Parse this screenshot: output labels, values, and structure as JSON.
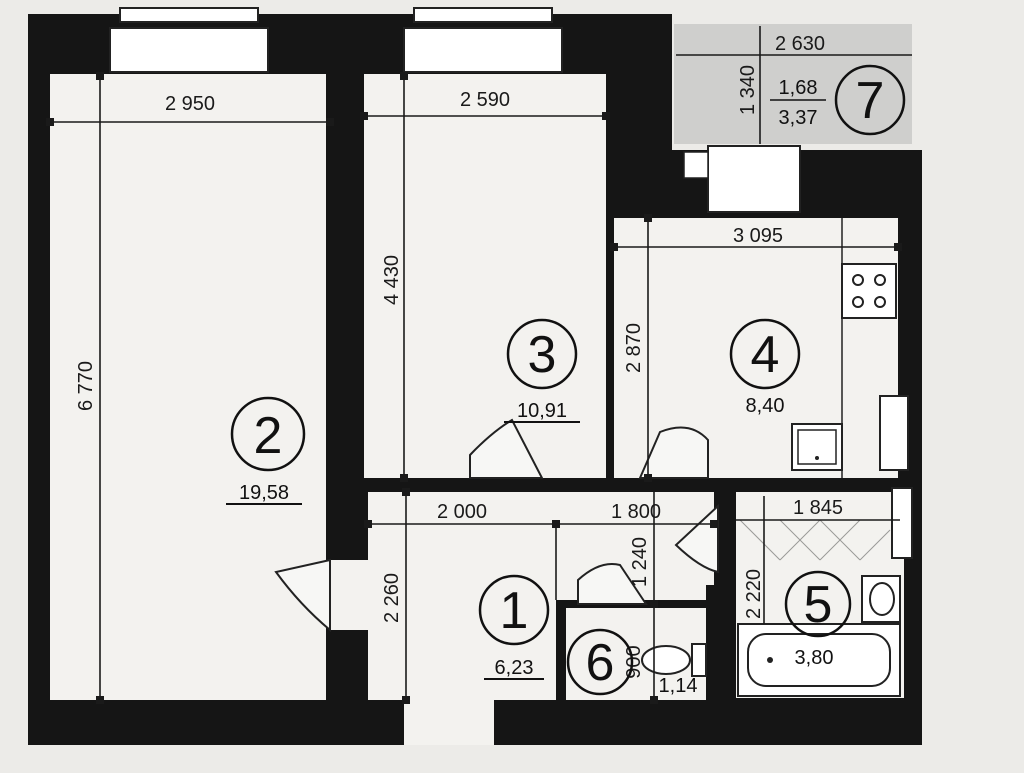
{
  "colors": {
    "wall": "#151515",
    "floor": "#f3f2ef",
    "balcony": "#cfcfcd",
    "paper": "#ecebe8",
    "line": "#1a1a1a"
  },
  "rooms": [
    {
      "id": "1",
      "number": "1",
      "area": "6,23"
    },
    {
      "id": "2",
      "number": "2",
      "area": "19,58"
    },
    {
      "id": "3",
      "number": "3",
      "area": "10,91"
    },
    {
      "id": "4",
      "number": "4",
      "area": "8,40"
    },
    {
      "id": "5",
      "number": "5",
      "area": "3,80"
    },
    {
      "id": "6",
      "number": "6",
      "area": "1,14"
    },
    {
      "id": "7",
      "number": "7",
      "area_inner": "1,68",
      "area": "3,37"
    }
  ],
  "dimensions": {
    "room2_width": "2 950",
    "room2_height": "6 770",
    "room3_width": "2 590",
    "room3_height": "4 430",
    "room4_width": "3 095",
    "room4_height": "2 870",
    "room7_width": "2 630",
    "room7_height": "1 340",
    "room1_width": "2 000",
    "corridor_width": "1 800",
    "room5_width": "1 845",
    "room1_height": "2 260",
    "corridor_height": "1 240",
    "room5_height": "2 220",
    "room6_height": "900"
  },
  "icons": {
    "stove": "stove-icon",
    "sink": "sink-icon",
    "bathtub": "bathtub-icon",
    "toilet": "toilet-icon",
    "washbasin": "washbasin-icon"
  }
}
